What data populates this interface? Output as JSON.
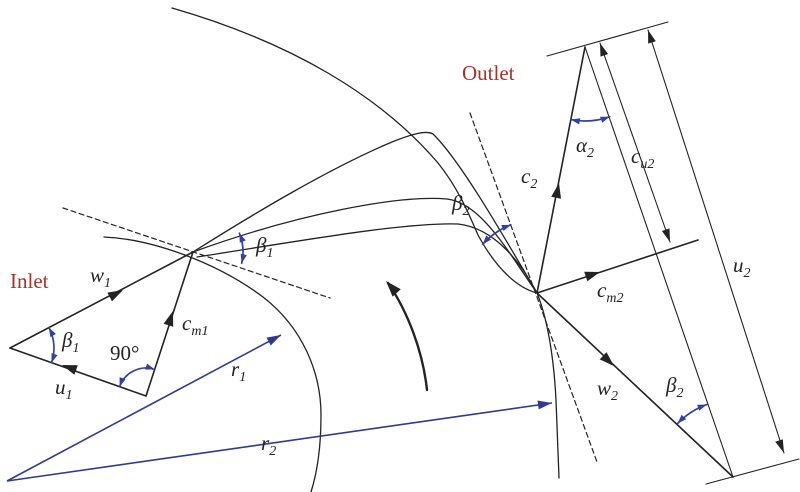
{
  "labels": {
    "inlet": "Inlet",
    "outlet": "Outlet",
    "w1": {
      "base": "w",
      "sub": "1"
    },
    "u1": {
      "base": "u",
      "sub": "1"
    },
    "cm1": {
      "base": "c",
      "sub": "m1"
    },
    "beta1_triangle": {
      "base": "β",
      "sub": "1"
    },
    "angle90": "90°",
    "beta1_blade": {
      "base": "β",
      "sub": "1"
    },
    "r1": {
      "base": "r",
      "sub": "1"
    },
    "r2": {
      "base": "r",
      "sub": "2"
    },
    "beta2_blade": {
      "base": "β",
      "sub": "2"
    },
    "c2": {
      "base": "c",
      "sub": "2"
    },
    "alpha2": {
      "base": "α",
      "sub": "2"
    },
    "cu2": {
      "base": "c",
      "sub": "u2"
    },
    "cm2": {
      "base": "c",
      "sub": "m2"
    },
    "u2": {
      "base": "u",
      "sub": "2"
    },
    "w2": {
      "base": "w",
      "sub": "2"
    },
    "beta2_triangle": {
      "base": "β",
      "sub": "2"
    }
  },
  "colors": {
    "label_red": "#a93226",
    "radius_blue": "#2e3a96",
    "angle_arc_blue": "#3040a6",
    "line_black": "#232323",
    "background": "#ffffff"
  }
}
